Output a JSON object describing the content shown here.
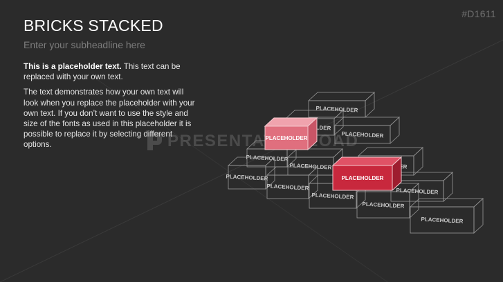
{
  "slide": {
    "code": "#D1611",
    "title": "BRICKS STACKED",
    "subtitle": "Enter your subheadline here",
    "intro_bold": "This is a placeholder text.",
    "intro_rest": " This text can be replaced with your own text.",
    "paragraph": "The text demonstrates how your own text will look when you replace the placeholder with your own text. If you don’t want to use the style and size of the fonts as used in this placeholder it is possible to replace it by selecting different options.",
    "watermark": "PRESENTATIONLOAD"
  },
  "bricks": [
    {
      "label": "PLACEHOLDER"
    },
    {
      "label": "PLACEHOLDER"
    },
    {
      "label": "PLACEHOLDER"
    },
    {
      "label": "PLACEHOLDER"
    },
    {
      "label": "PLACEHOLDER"
    },
    {
      "label": "PLACEHOLDER"
    },
    {
      "label": "PLACEHOLDER"
    },
    {
      "label": "PLACEHOLDER"
    },
    {
      "label": "PLACEHOLDER"
    },
    {
      "label": "PLACEHOLDER"
    },
    {
      "label": "PLACEHOLDER"
    },
    {
      "label": "PLACEHOLDER"
    },
    {
      "label": "PLACEHOLDER"
    },
    {
      "label": "PLACEHOLDER",
      "highlight": "light"
    },
    {
      "label": "PLACEHOLDER",
      "highlight": "strong"
    }
  ],
  "colors": {
    "background": "#2b2b2b",
    "brick_outline": "#9a9a9a",
    "highlight_light": "#e06f7e",
    "highlight_strong": "#c8283d"
  }
}
